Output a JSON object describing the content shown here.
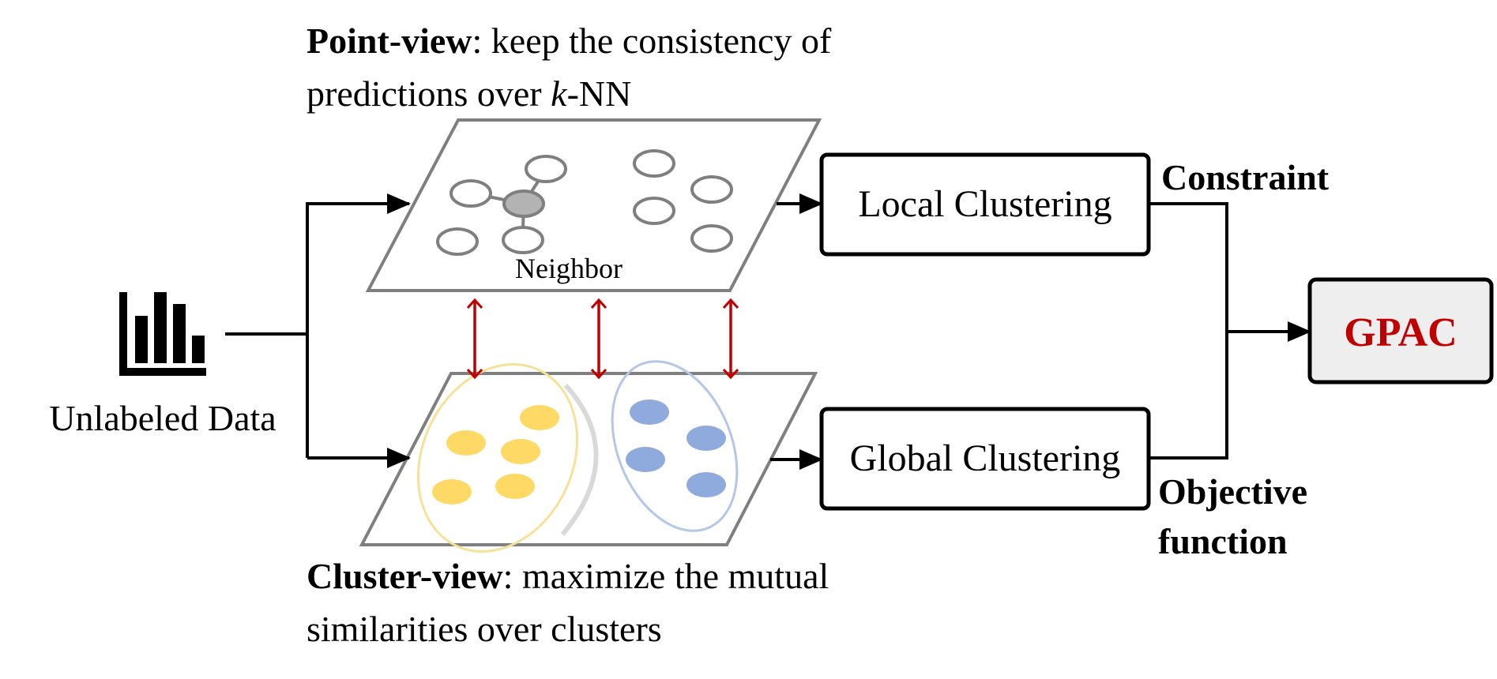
{
  "input": {
    "label": "Unlabeled Data",
    "icon": "bar-chart-icon"
  },
  "point_view": {
    "title_bold": "Point-view",
    "title_rest": ": keep the consistency of",
    "line2_prefix": "predictions over ",
    "line2_italic": "k",
    "line2_suffix": "-NN",
    "neighbor_label": "Neighbor"
  },
  "cluster_view": {
    "title_bold": "Cluster-view",
    "title_rest": ": maximize the mutual",
    "line2": "similarities over clusters"
  },
  "local_box": {
    "label": "Local Clustering"
  },
  "global_box": {
    "label": "Global Clustering"
  },
  "constraint_label": "Constraint",
  "objective_label_1": "Objective",
  "objective_label_2": "function",
  "output": {
    "label": "GPAC"
  },
  "colors": {
    "accent_red": "#c00000",
    "yellow": "#ffd966",
    "yellow_outline": "#f5e197",
    "blue": "#8faadc",
    "blue_outline": "#b4c7e7",
    "center_node": "#b3b3b3",
    "plane_border": "#7f7f7f",
    "output_fill": "#eeeeee"
  }
}
